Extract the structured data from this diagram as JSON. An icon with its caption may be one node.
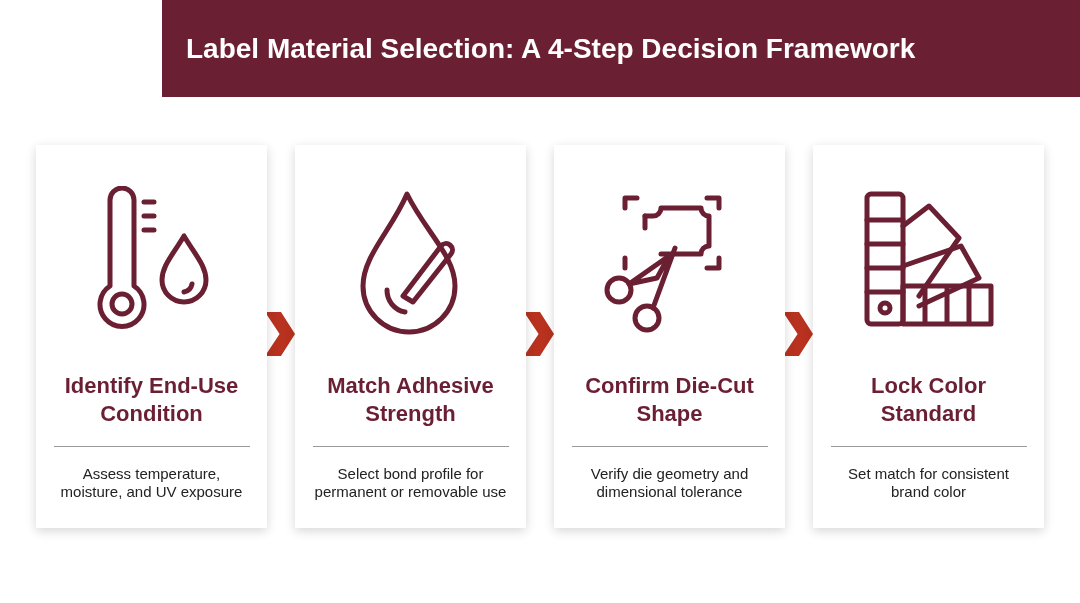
{
  "diagram": {
    "title": "Label Material Selection: A 4-Step Decision Framework",
    "nodes": [
      {
        "text": [
          "Identify End-Use Condition",
          "Assess temperature, moisture, and UV exposure"
        ]
      },
      {
        "text": [
          "Match Adhesive Strength",
          "Select bond profile for permanent or removable use"
        ]
      },
      {
        "text": [
          "Confirm Die-Cut Shape",
          "Verify die geometry and dimensional tolerance"
        ]
      },
      {
        "text": [
          "Lock Color Standard",
          "Set match for consistent brand color"
        ]
      }
    ],
    "edges": [
      {
        "from": 0,
        "to": 1,
        "arrow": "to"
      },
      {
        "from": 1,
        "to": 2,
        "arrow": "to"
      },
      {
        "from": 2,
        "to": 3,
        "arrow": "to"
      }
    ]
  }
}
